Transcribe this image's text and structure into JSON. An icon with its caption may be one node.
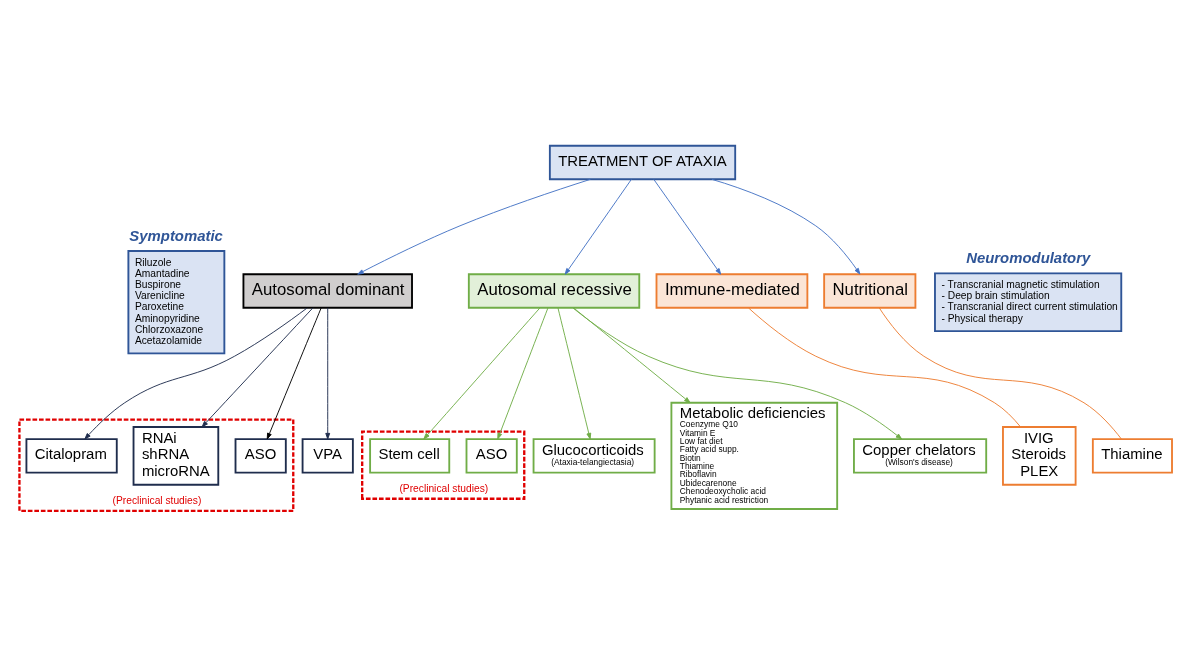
{
  "diagram": {
    "nodes": [
      {
        "text": [
          "TREATMENT OF ATAXIA"
        ]
      },
      {
        "text": [
          "Symptomatic",
          "Riluzole",
          "Amantadine",
          "Buspirone",
          "Varenicline",
          "Paroxetine",
          "Aminopyridine",
          "Chlorzoxazone",
          "Acetazolamide"
        ]
      },
      {
        "text": [
          "Autosomal dominant"
        ]
      },
      {
        "text": [
          "Autosomal recessive"
        ]
      },
      {
        "text": [
          "Immune-mediated"
        ]
      },
      {
        "text": [
          "Nutritional"
        ]
      },
      {
        "text": [
          "Neuromodulatory",
          "- Transcranial magnetic stimulation",
          "- Deep brain stimulation",
          "- Transcranial direct current stimulation",
          "- Physical therapy"
        ]
      },
      {
        "text": [
          "(Preclinical studies)"
        ]
      },
      {
        "text": [
          "ASO"
        ],
        "in": 7
      },
      {
        "text": [
          "RNAi",
          "shRNA",
          "microRNA"
        ],
        "in": 7
      },
      {
        "text": [
          "Citalopram"
        ],
        "in": 7
      },
      {
        "text": [
          "VPA"
        ]
      },
      {
        "text": [
          "(Preclinical studies)"
        ]
      },
      {
        "text": [
          "ASO"
        ],
        "in": 12
      },
      {
        "text": [
          "Stem cell"
        ],
        "in": 12
      },
      {
        "text": [
          "Glucocorticoids",
          "(Ataxia-telangiectasia)"
        ]
      },
      {
        "text": [
          "Metabolic deficiencies",
          "Coenzyme Q10",
          "Vitamin E",
          "Low fat diet",
          "Fatty acid supp.",
          "Biotin",
          "Thiamine",
          "Riboflavin",
          "Ubidecarenone",
          "Chenodeoxycholic acid",
          "Phytanic acid restriction"
        ]
      },
      {
        "text": [
          "Copper chelators",
          "(Wilson's disease)"
        ]
      },
      {
        "text": [
          "IVIG",
          "Steroids",
          "PLEX"
        ]
      },
      {
        "text": [
          "Thiamine"
        ]
      }
    ],
    "edges": [
      {
        "from": 0,
        "to": 2,
        "arrow": "to",
        "color": "#4472c4"
      },
      {
        "from": 0,
        "to": 3,
        "arrow": "to",
        "color": "#4472c4"
      },
      {
        "from": 0,
        "to": 4,
        "arrow": "to",
        "color": "#4472c4"
      },
      {
        "from": 0,
        "to": 5,
        "arrow": "to",
        "color": "#4472c4"
      },
      {
        "from": 2,
        "to": 8,
        "arrow": "to",
        "color": "#000000"
      },
      {
        "from": 2,
        "to": 9,
        "arrow": "to",
        "color": "#1f2d4d"
      },
      {
        "from": 2,
        "to": 10,
        "arrow": "to",
        "color": "#1f2d4d"
      },
      {
        "from": 2,
        "to": 11,
        "arrow": "to",
        "color": "#1f2d4d"
      },
      {
        "from": 3,
        "to": 13,
        "arrow": "to",
        "color": "#70ad47"
      },
      {
        "from": 3,
        "to": 14,
        "arrow": "to",
        "color": "#70ad47"
      },
      {
        "from": 3,
        "to": 15,
        "arrow": "to",
        "color": "#70ad47"
      },
      {
        "from": 3,
        "to": 16,
        "arrow": "to",
        "color": "#70ad47"
      },
      {
        "from": 3,
        "to": 17,
        "arrow": "to",
        "color": "#70ad47"
      },
      {
        "from": 4,
        "to": 18,
        "arrow": "none",
        "color": "#ed7d31"
      },
      {
        "from": 5,
        "to": 19,
        "arrow": "none",
        "color": "#ed7d31"
      }
    ]
  }
}
